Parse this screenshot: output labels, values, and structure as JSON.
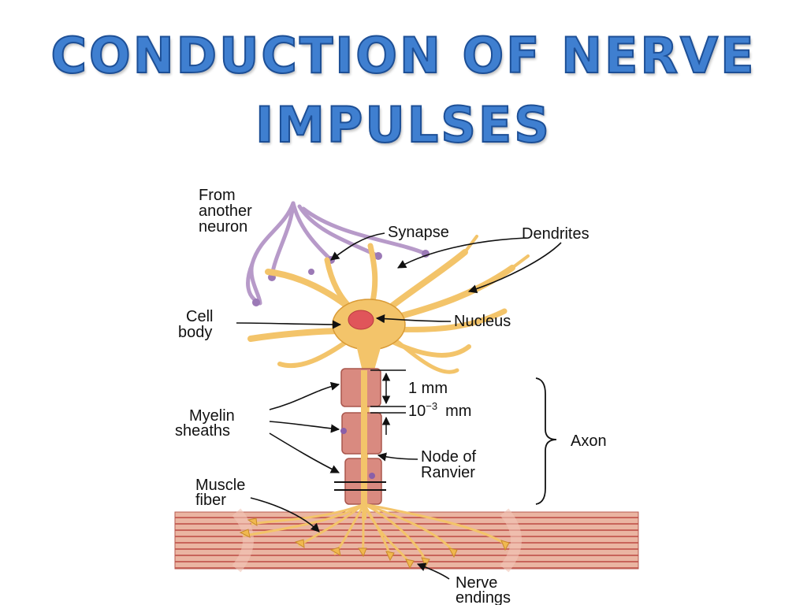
{
  "title": {
    "line1": "CONDUCTION OF NERVE",
    "line2": "IMPULSES"
  },
  "labels": {
    "from_neuron": [
      "From",
      "another",
      "neuron"
    ],
    "synapse": "Synapse",
    "dendrites": "Dendrites",
    "cell_body": [
      "Cell",
      "body"
    ],
    "nucleus": "Nucleus",
    "one_mm": "1  mm",
    "ten_minus3_base": "10",
    "ten_minus3_exp": "−3",
    "ten_minus3_unit": "mm",
    "axon": "Axon",
    "myelin": [
      "Myelin",
      "sheaths"
    ],
    "node": [
      "Node of",
      "Ranvier"
    ],
    "muscle": [
      "Muscle",
      "fiber"
    ],
    "nerve": [
      "Nerve",
      "endings"
    ]
  },
  "colors": {
    "title_fill": "#3f7fd0",
    "title_stroke": "#1d4f96",
    "neuron": "#f3c46a",
    "neuron_edge": "#d99a35",
    "presynaptic": "#b79ac9",
    "nucleus": "#e0555a",
    "myelin": "#d98a80",
    "muscle": "#e6a28f",
    "muscle_stripe": "#c0554a"
  }
}
